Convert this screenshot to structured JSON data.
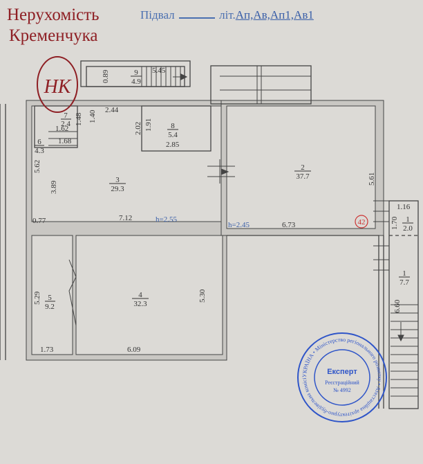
{
  "header": {
    "brand_line1": "Нерухомість",
    "brand_line2": "Кременчука",
    "floor_label": "Підвал",
    "letter_prefix": "літ.",
    "letters": "Ап,Ав,Ап1,Ав1",
    "logo_text": "НК"
  },
  "rooms": [
    {
      "num": "1",
      "area": "2.0"
    },
    {
      "num": "1",
      "area": "7.7"
    },
    {
      "num": "2",
      "area": "37.7"
    },
    {
      "num": "3",
      "area": "29.3"
    },
    {
      "num": "4",
      "area": "32.3"
    },
    {
      "num": "5",
      "area": "9.2"
    },
    {
      "num": "6",
      "area": "4.3"
    },
    {
      "num": "7",
      "area": "2.4"
    },
    {
      "num": "8",
      "area": "5.4"
    },
    {
      "num": "9",
      "area": "4.9"
    }
  ],
  "dims": {
    "d089": "0.89",
    "d545": "5.45",
    "d244": "2.44",
    "d140": "1.40",
    "d202": "2.02",
    "d191": "1.91",
    "d285": "2.85",
    "d148": "1.48",
    "d162": "1.62",
    "d168": "1.68",
    "d562": "5.62",
    "d389": "3.89",
    "d077": "0.77",
    "d712": "7.12",
    "d673": "6.73",
    "d561": "5.61",
    "d116": "1.16",
    "d170": "1.70",
    "d660": "6.60",
    "d529": "5.29",
    "d530": "5.30",
    "d173": "1.73",
    "d609": "6.09"
  },
  "heights": {
    "h1": "h=2.55",
    "h2": "h=2.45"
  },
  "marker": "42",
  "stamp": {
    "title": "Експерт",
    "line1": "Реєстраційний",
    "line2": "№ 4992",
    "ring": "УКРАЇНА • Міністерство регіонального розвитку • Атестаційна архітектурно-будівельна комісія • ГРИГУБЕНКО ОЛЕКСАНДР ВОЛОДИМИРОВИЧ •"
  },
  "colors": {
    "brand": "#8e1f24",
    "blue": "#4a6fb0",
    "stamp": "#2f55c8"
  }
}
